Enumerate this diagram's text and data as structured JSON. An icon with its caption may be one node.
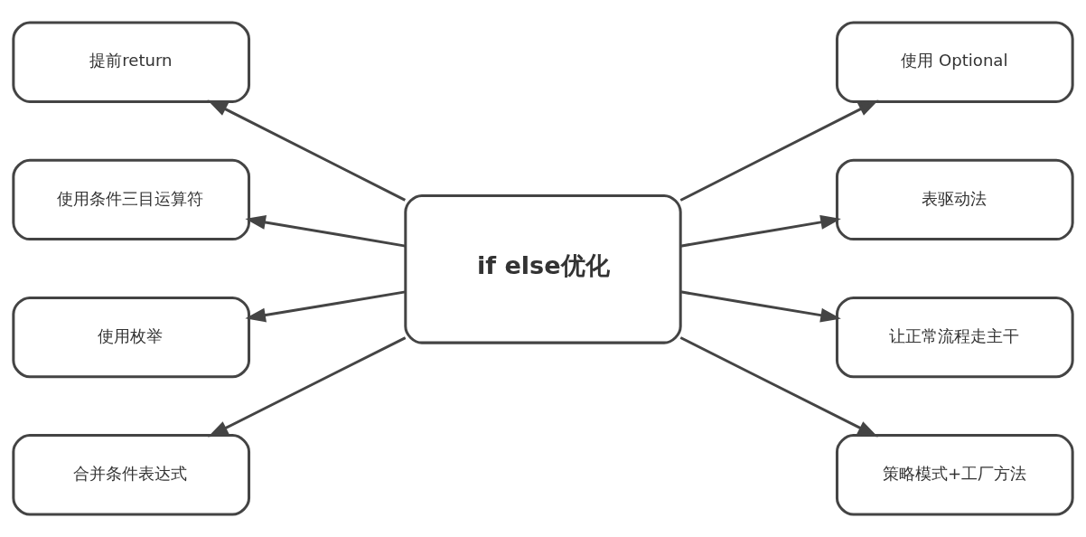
{
  "diagram": {
    "nodes": [
      {
        "text": [
          "if else优化"
        ]
      },
      {
        "text": [
          "提前return"
        ]
      },
      {
        "text": [
          "使用条件三目运算符"
        ]
      },
      {
        "text": [
          "使用枚举"
        ]
      },
      {
        "text": [
          "合并条件表达式"
        ]
      },
      {
        "text": [
          "使用 Optional"
        ]
      },
      {
        "text": [
          "表驱动法"
        ]
      },
      {
        "text": [
          "让正常流程走主干"
        ]
      },
      {
        "text": [
          "策略模式+工厂方法"
        ]
      }
    ],
    "edges": [
      {
        "from": 0,
        "to": 1,
        "arrow": "to"
      },
      {
        "from": 0,
        "to": 2,
        "arrow": "to"
      },
      {
        "from": 0,
        "to": 3,
        "arrow": "to"
      },
      {
        "from": 0,
        "to": 4,
        "arrow": "to"
      },
      {
        "from": 0,
        "to": 5,
        "arrow": "to"
      },
      {
        "from": 0,
        "to": 6,
        "arrow": "to"
      },
      {
        "from": 0,
        "to": 7,
        "arrow": "to"
      },
      {
        "from": 0,
        "to": 8,
        "arrow": "to"
      }
    ]
  }
}
